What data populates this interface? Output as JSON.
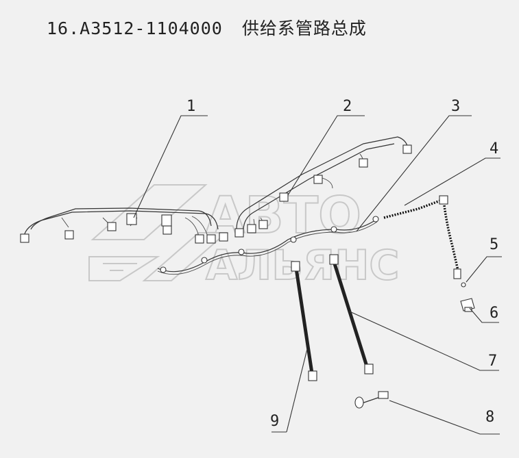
{
  "title": {
    "code": "16.A3512-1104000",
    "name": "供给系管路总成"
  },
  "watermark": {
    "line1": "АВТО",
    "line2": "АЛЬЯНС"
  },
  "callouts": [
    "1",
    "2",
    "3",
    "4",
    "5",
    "6",
    "7",
    "8",
    "9"
  ]
}
